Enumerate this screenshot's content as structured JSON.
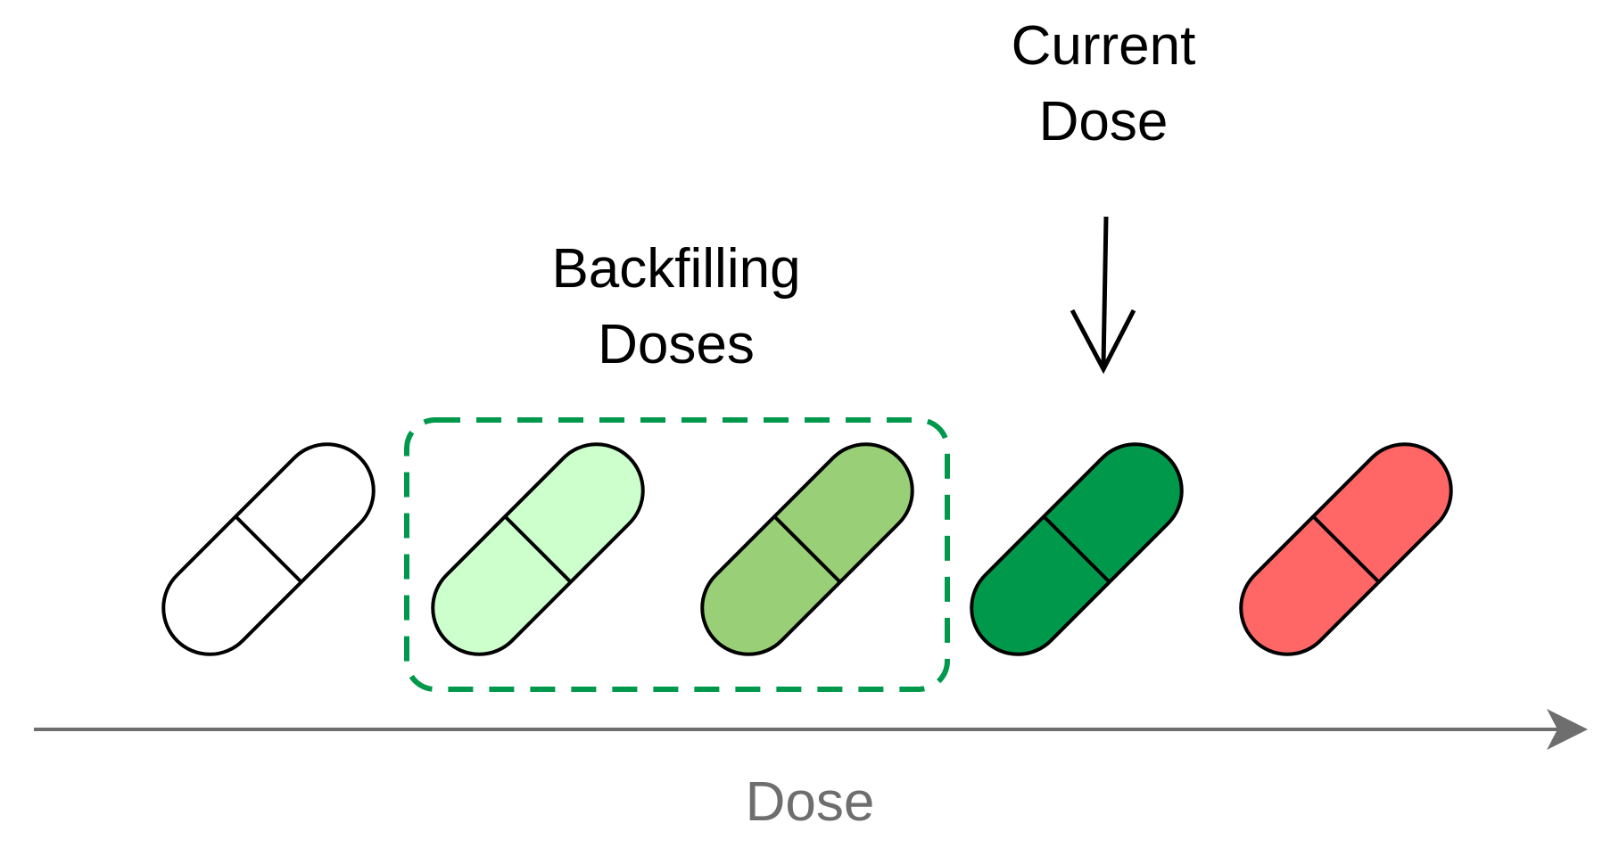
{
  "labels": {
    "current_dose_line1": "Current",
    "current_dose_line2": "Dose",
    "backfilling_line1": "Backfilling",
    "backfilling_line2": "Doses",
    "axis": "Dose"
  },
  "pills": [
    {
      "name": "pill-dose-1",
      "fill": "#ffffff"
    },
    {
      "name": "pill-dose-2",
      "fill": "#ccffcc"
    },
    {
      "name": "pill-dose-3",
      "fill": "#99d077"
    },
    {
      "name": "pill-dose-4-current",
      "fill": "#00994c"
    },
    {
      "name": "pill-dose-5",
      "fill": "#ff6666"
    }
  ],
  "colors": {
    "backfill_box": "#00994c",
    "axis": "#6e6e6e",
    "outline": "#000000"
  }
}
